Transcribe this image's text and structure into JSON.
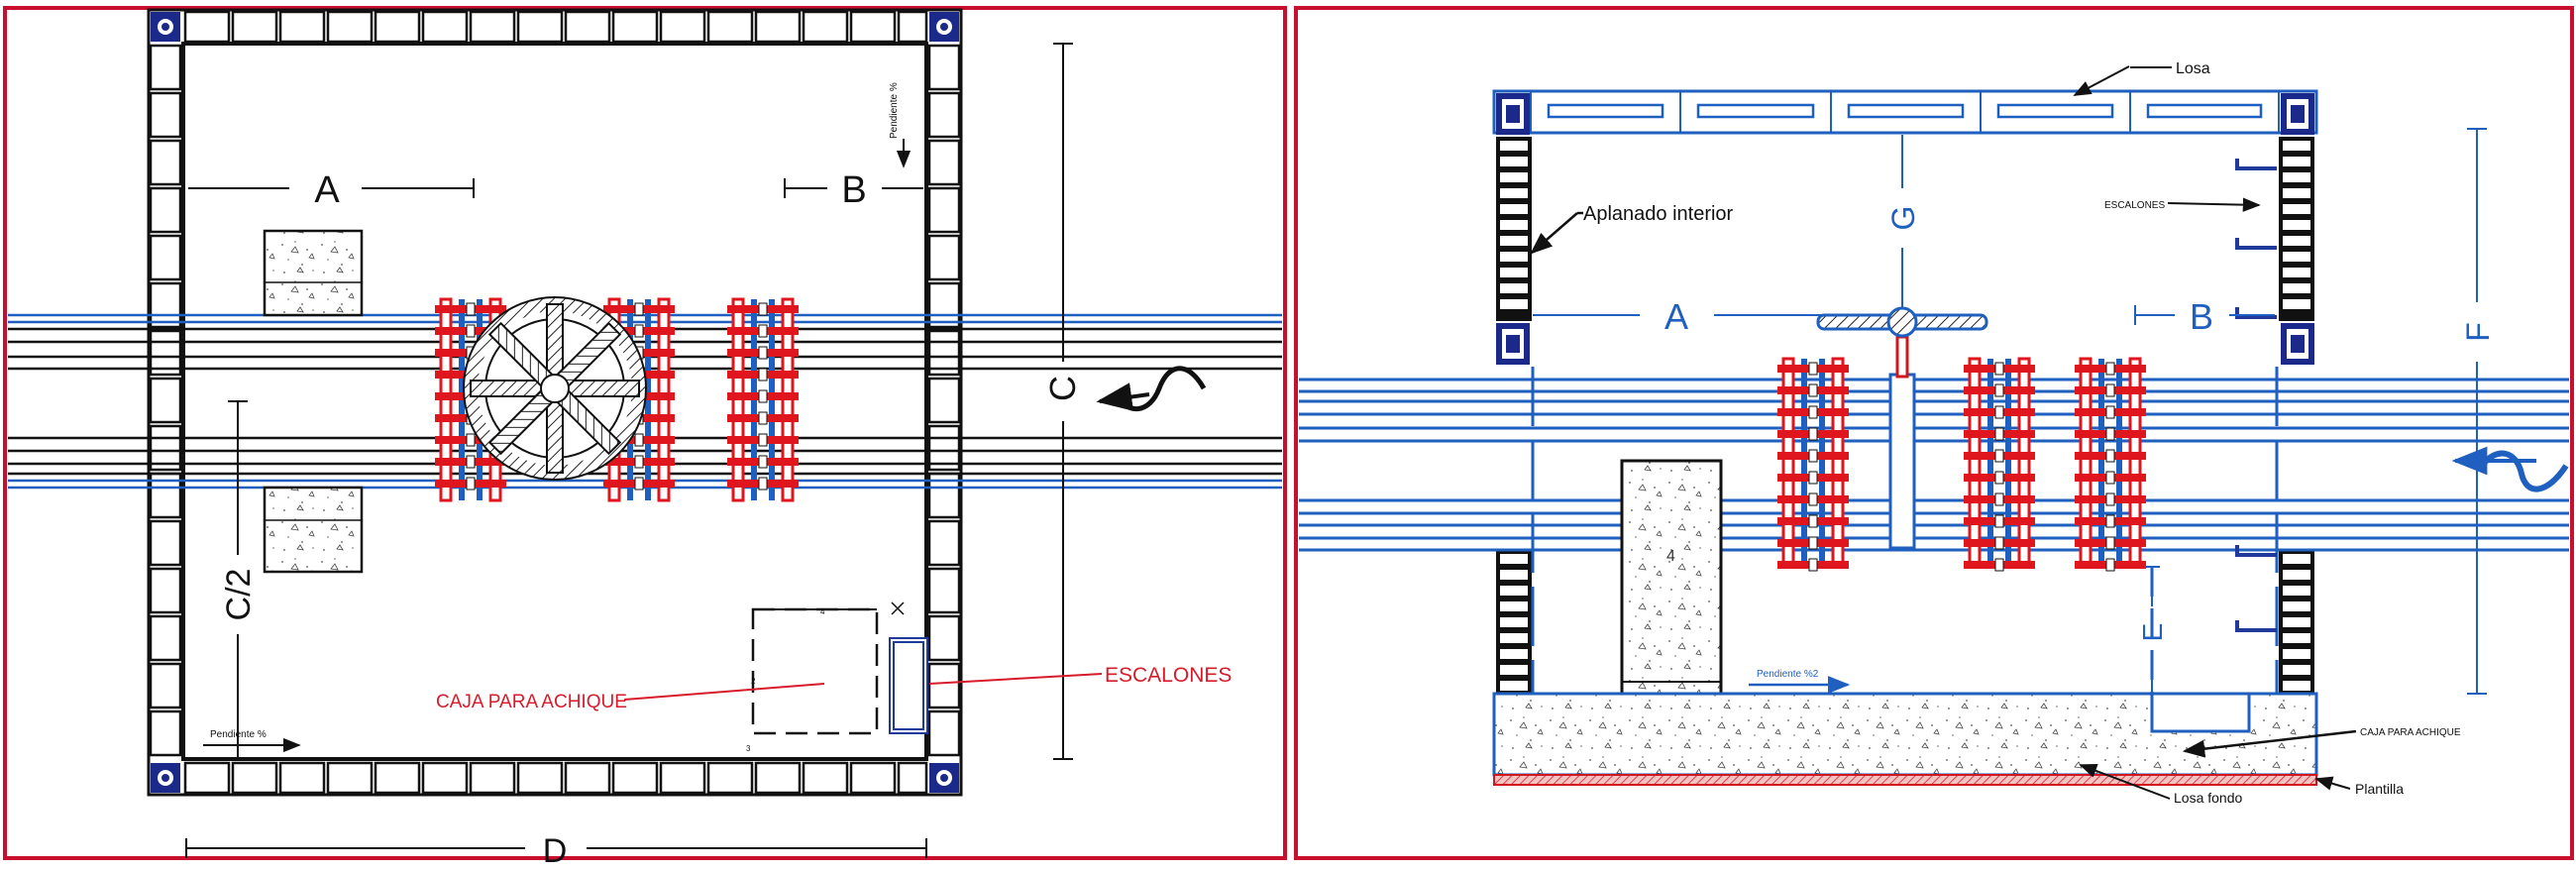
{
  "plan": {
    "dim_a": "A",
    "dim_b": "B",
    "dim_c": "C",
    "dim_c_half": "C/2",
    "dim_d": "D",
    "note_caja": "CAJA PARA ACHIQUE",
    "note_escalones": "ESCALONES",
    "pendiente_1": "Pendiente %",
    "pendiente_2": "Pendiente %"
  },
  "section": {
    "label_losa": "Losa",
    "label_aplanado": "Aplanado interior",
    "label_escalones": "ESCALONES",
    "dim_a": "A",
    "dim_b": "B",
    "dim_g": "G",
    "dim_f": "F",
    "dim_e": "E",
    "pendiente": "Pendiente %2",
    "label_caja": "CAJA PARA ACHIQUE",
    "label_losa_fondo": "Losa fondo",
    "label_plantilla": "Plantilla"
  },
  "colors": {
    "frame": "#c8102e",
    "pipe": "#1f5fbf",
    "flange": "#e0161e",
    "dark": "#0d0d2b",
    "corner": "#1b2a8a",
    "annotation": "#d81b2a"
  }
}
